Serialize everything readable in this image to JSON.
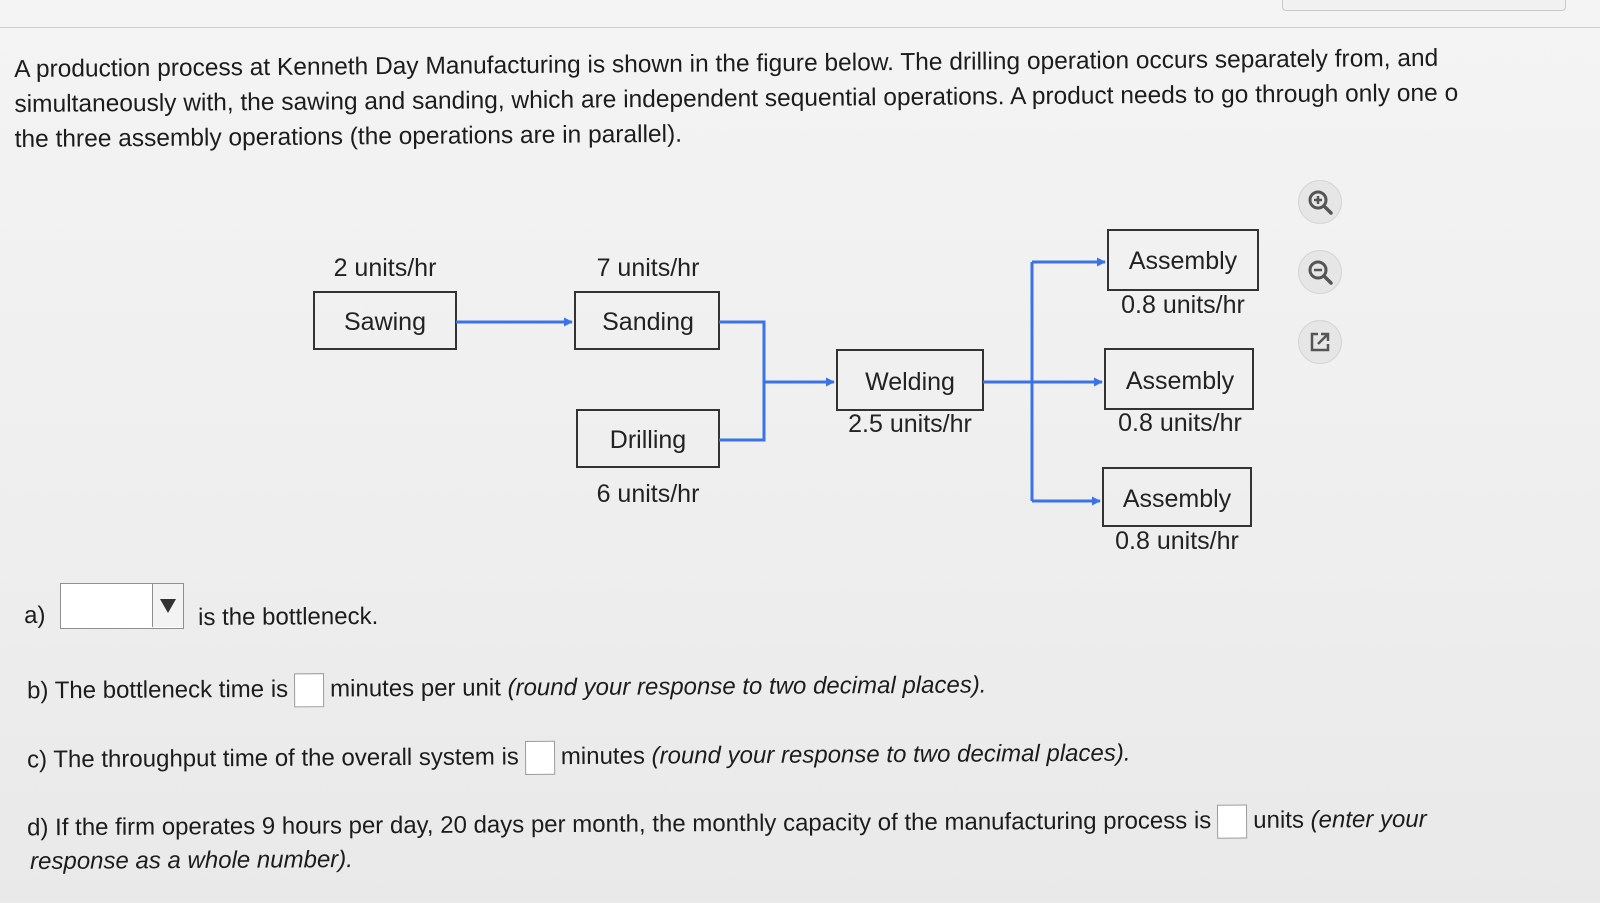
{
  "intro": {
    "line1": "A production process at Kenneth Day Manufacturing is shown in the figure below. The drilling operation occurs separately from, and",
    "line2": "simultaneously with, the sawing and sanding, which are independent sequential operations. A product needs to go through only one o",
    "line3": "the three assembly operations (the operations are in parallel)."
  },
  "diagram": {
    "sawing": {
      "name": "Sawing",
      "rate": "2 units/hr"
    },
    "sanding": {
      "name": "Sanding",
      "rate": "7 units/hr"
    },
    "drilling": {
      "name": "Drilling",
      "rate": "6 units/hr"
    },
    "welding": {
      "name": "Welding",
      "rate": "2.5 units/hr"
    },
    "assemblies": [
      {
        "name": "Assembly",
        "rate": "0.8 units/hr"
      },
      {
        "name": "Assembly",
        "rate": "0.8 units/hr"
      },
      {
        "name": "Assembly",
        "rate": "0.8 units/hr"
      }
    ],
    "arrow_color": "#3b73e6"
  },
  "toolbar": {
    "zoom_in": "zoom-in-icon",
    "zoom_out": "zoom-out-icon",
    "popout": "external-link-icon"
  },
  "questions": {
    "a": {
      "label": "a)",
      "select_value": "",
      "suffix": "is the bottleneck."
    },
    "b": {
      "prefix": "b) The bottleneck time is",
      "suffix": "minutes per unit",
      "hint": "(round your response to two decimal places)."
    },
    "c": {
      "prefix": "c) The throughput time of the overall system is",
      "suffix": "minutes",
      "hint": "(round your response to two decimal places)."
    },
    "d": {
      "prefix": "d) If the firm operates 9 hours per day, 20 days per month, the monthly capacity of the manufacturing process is",
      "suffix": "units",
      "hint1": "(enter your",
      "hint2": "response as a whole number)."
    }
  }
}
